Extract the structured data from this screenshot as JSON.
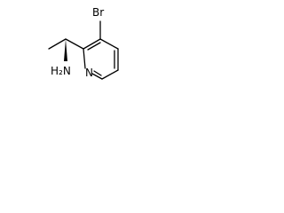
{
  "molecule": {
    "atoms": {
      "bromine": "Br",
      "ring_nitrogen": "N",
      "amine": "H₂N"
    }
  },
  "colors": {
    "bond": "#000000",
    "text": "#000000",
    "background": "#ffffff"
  }
}
